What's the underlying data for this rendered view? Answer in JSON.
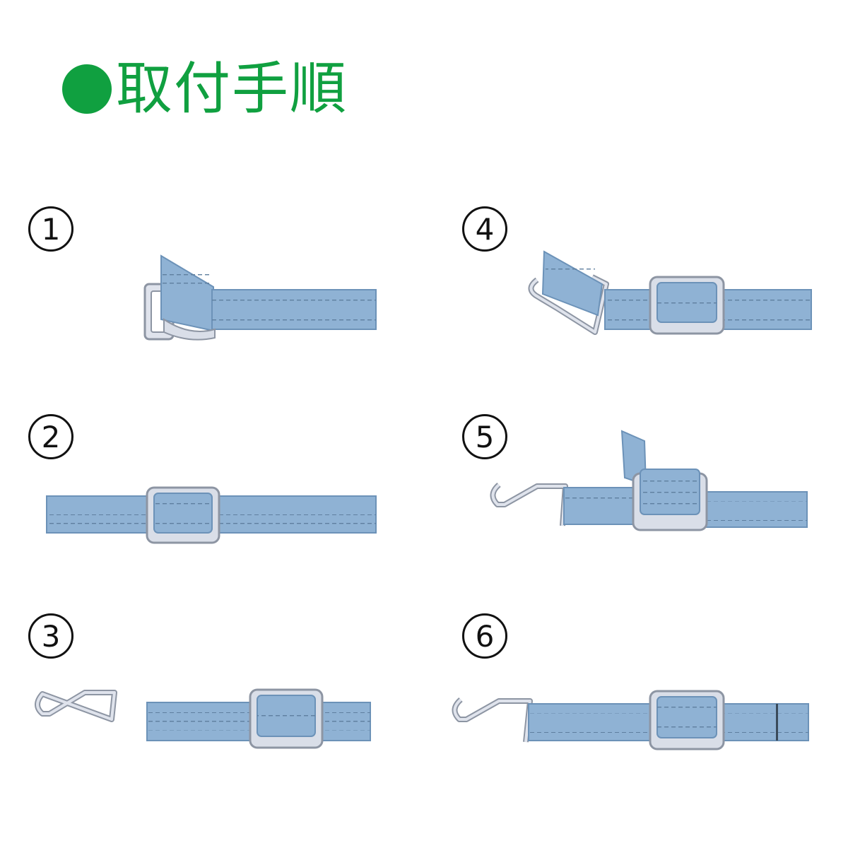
{
  "heading": {
    "bullet_icon": "green-dot-icon",
    "text": "取付手順"
  },
  "steps": [
    {
      "label": "1"
    },
    {
      "label": "2"
    },
    {
      "label": "3"
    },
    {
      "label": "4"
    },
    {
      "label": "5"
    },
    {
      "label": "6"
    }
  ],
  "colors": {
    "accent": "#10a040",
    "strap": "#8fb2d4",
    "strap_dark": "#6c92b8",
    "metal": "#d9dee8",
    "metal_edge": "#8d95a3"
  }
}
